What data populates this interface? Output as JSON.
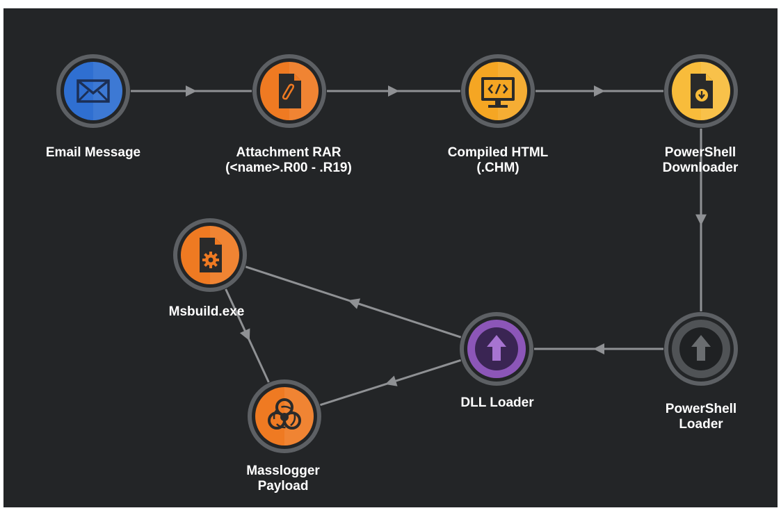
{
  "colors": {
    "background": "#232527",
    "connector": "#8f9194",
    "ring": "#5d6064",
    "email": "#2f6fd1",
    "orange": "#ef7a22",
    "amber": "#f5a623",
    "yellow": "#f8bc3b",
    "purple": "#8c56b8",
    "gray": "#505356",
    "label": "#ffffff"
  },
  "nodes": [
    {
      "id": "email",
      "icon": "envelope-icon",
      "lines": [
        "Email Message"
      ]
    },
    {
      "id": "rar",
      "icon": "attachment-file-icon",
      "lines": [
        "Attachment RAR",
        "(<name>.R00 - .R19)"
      ]
    },
    {
      "id": "chm",
      "icon": "code-monitor-icon",
      "lines": [
        "Compiled HTML",
        "(.CHM)"
      ]
    },
    {
      "id": "ps_downloader",
      "icon": "download-file-icon",
      "lines": [
        "PowerShell",
        "Downloader"
      ]
    },
    {
      "id": "ps_loader",
      "icon": "upload-arrow-icon",
      "lines": [
        "PowerShell",
        "Loader"
      ]
    },
    {
      "id": "dll_loader",
      "icon": "upload-arrow-icon",
      "lines": [
        "DLL Loader"
      ]
    },
    {
      "id": "msbuild",
      "icon": "gear-file-icon",
      "lines": [
        "Msbuild.exe"
      ]
    },
    {
      "id": "payload",
      "icon": "biohazard-icon",
      "lines": [
        "Masslogger",
        "Payload"
      ]
    }
  ],
  "edges": [
    {
      "from": "email",
      "to": "rar"
    },
    {
      "from": "rar",
      "to": "chm"
    },
    {
      "from": "chm",
      "to": "ps_downloader"
    },
    {
      "from": "ps_downloader",
      "to": "ps_loader"
    },
    {
      "from": "ps_loader",
      "to": "dll_loader"
    },
    {
      "from": "dll_loader",
      "to": "msbuild"
    },
    {
      "from": "dll_loader",
      "to": "payload"
    },
    {
      "from": "msbuild",
      "to": "payload"
    }
  ]
}
